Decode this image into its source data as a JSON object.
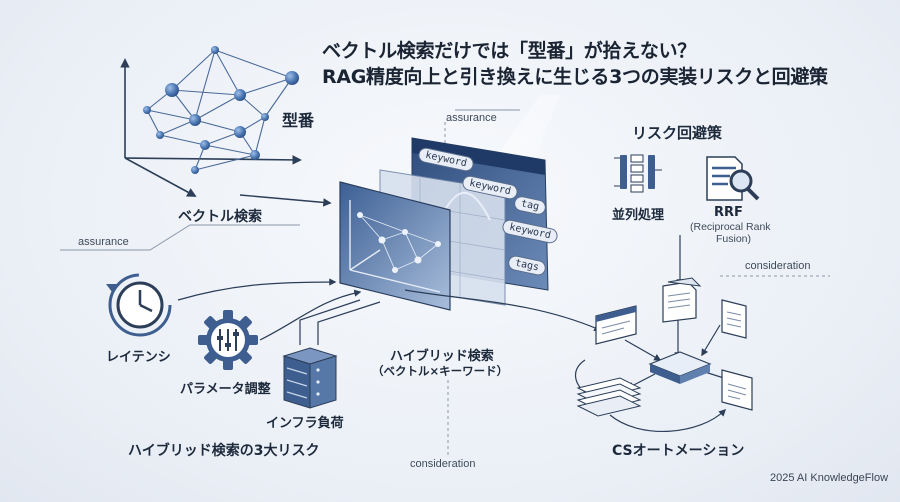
{
  "title": {
    "line1": "ベクトル検索だけでは「型番」が拾えない？",
    "line2": "RAG精度向上と引き換えに生じる3つの実装リスクと回避策"
  },
  "labels": {
    "model_number": "型番",
    "vector_search": "ベクトル検索",
    "hybrid_search": "ハイブリッド検索",
    "hybrid_sub": "（ベクトル×キーワード）",
    "risk_avoidance": "リスク回避策",
    "parallel": "並列処理",
    "rrf": "RRF",
    "rrf_sub1": "(Reciprocal Rank",
    "rrf_sub2": "Fusion)",
    "latency": "レイテンシ",
    "param": "パラメータ調整",
    "infra": "インフラ負荷",
    "three_risks": "ハイブリッド検索の3大リスク",
    "cs_automation": "CSオートメーション",
    "assurance_top": "assurance",
    "assurance_left": "assurance",
    "consideration_right": "consideration",
    "consideration_bottom": "consideration",
    "footer": "2025 AI KnowledgeFlow"
  },
  "chips": [
    "keyword",
    "keyword",
    "tag",
    "keyword",
    "tags"
  ],
  "icons": {
    "clock": "clock-icon",
    "gear": "gear-sliders-icon",
    "server": "server-rack-icon",
    "flow": "parallel-flow-icon",
    "doc_search": "document-magnifier-icon"
  },
  "colors": {
    "accent": "#2f4f7f",
    "node": "#4d78b4",
    "line": "#2c3e58",
    "background": "#eef2f7"
  }
}
